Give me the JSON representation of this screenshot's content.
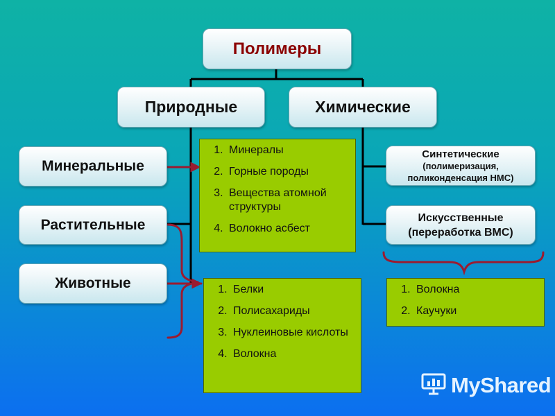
{
  "nodes": {
    "root": "Полимеры",
    "natural": "Природные",
    "chemical": "Химические",
    "mineral": "Минеральные",
    "plant": "Растительные",
    "animal": "Животные",
    "synthetic": {
      "title": "Синтетические",
      "subtitle": "(полимеризация,",
      "subtitle2": "поликонденсация НМС)"
    },
    "artificial": {
      "title": "Искусственные",
      "subtitle": "(переработка ВМС)"
    }
  },
  "lists": {
    "mineral": [
      "Минералы",
      "Горные породы",
      "Вещества атомной структуры",
      "Волокно асбест"
    ],
    "organic": [
      "Белки",
      "Полисахариды",
      "Нуклеиновые кислоты",
      "Волокна"
    ],
    "chemical": [
      "Волокна",
      "Каучуки"
    ]
  },
  "logo": {
    "text": "MyShared",
    "icon": "presentation-board-icon"
  },
  "colors": {
    "root_text": "#8b0000",
    "list_bg": "#99cc00",
    "arrow": "#9b1b30"
  }
}
